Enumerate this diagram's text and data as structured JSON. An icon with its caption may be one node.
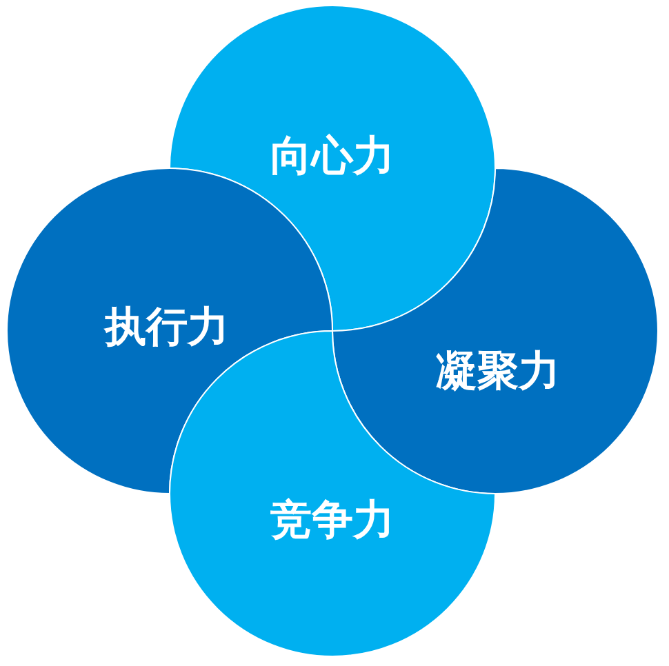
{
  "diagram": {
    "nodes": [
      {
        "text": [
          "向心力"
        ]
      },
      {
        "text": [
          "执行力"
        ]
      },
      {
        "text": [
          "凝聚力"
        ]
      },
      {
        "text": [
          "竞争力"
        ]
      }
    ]
  }
}
